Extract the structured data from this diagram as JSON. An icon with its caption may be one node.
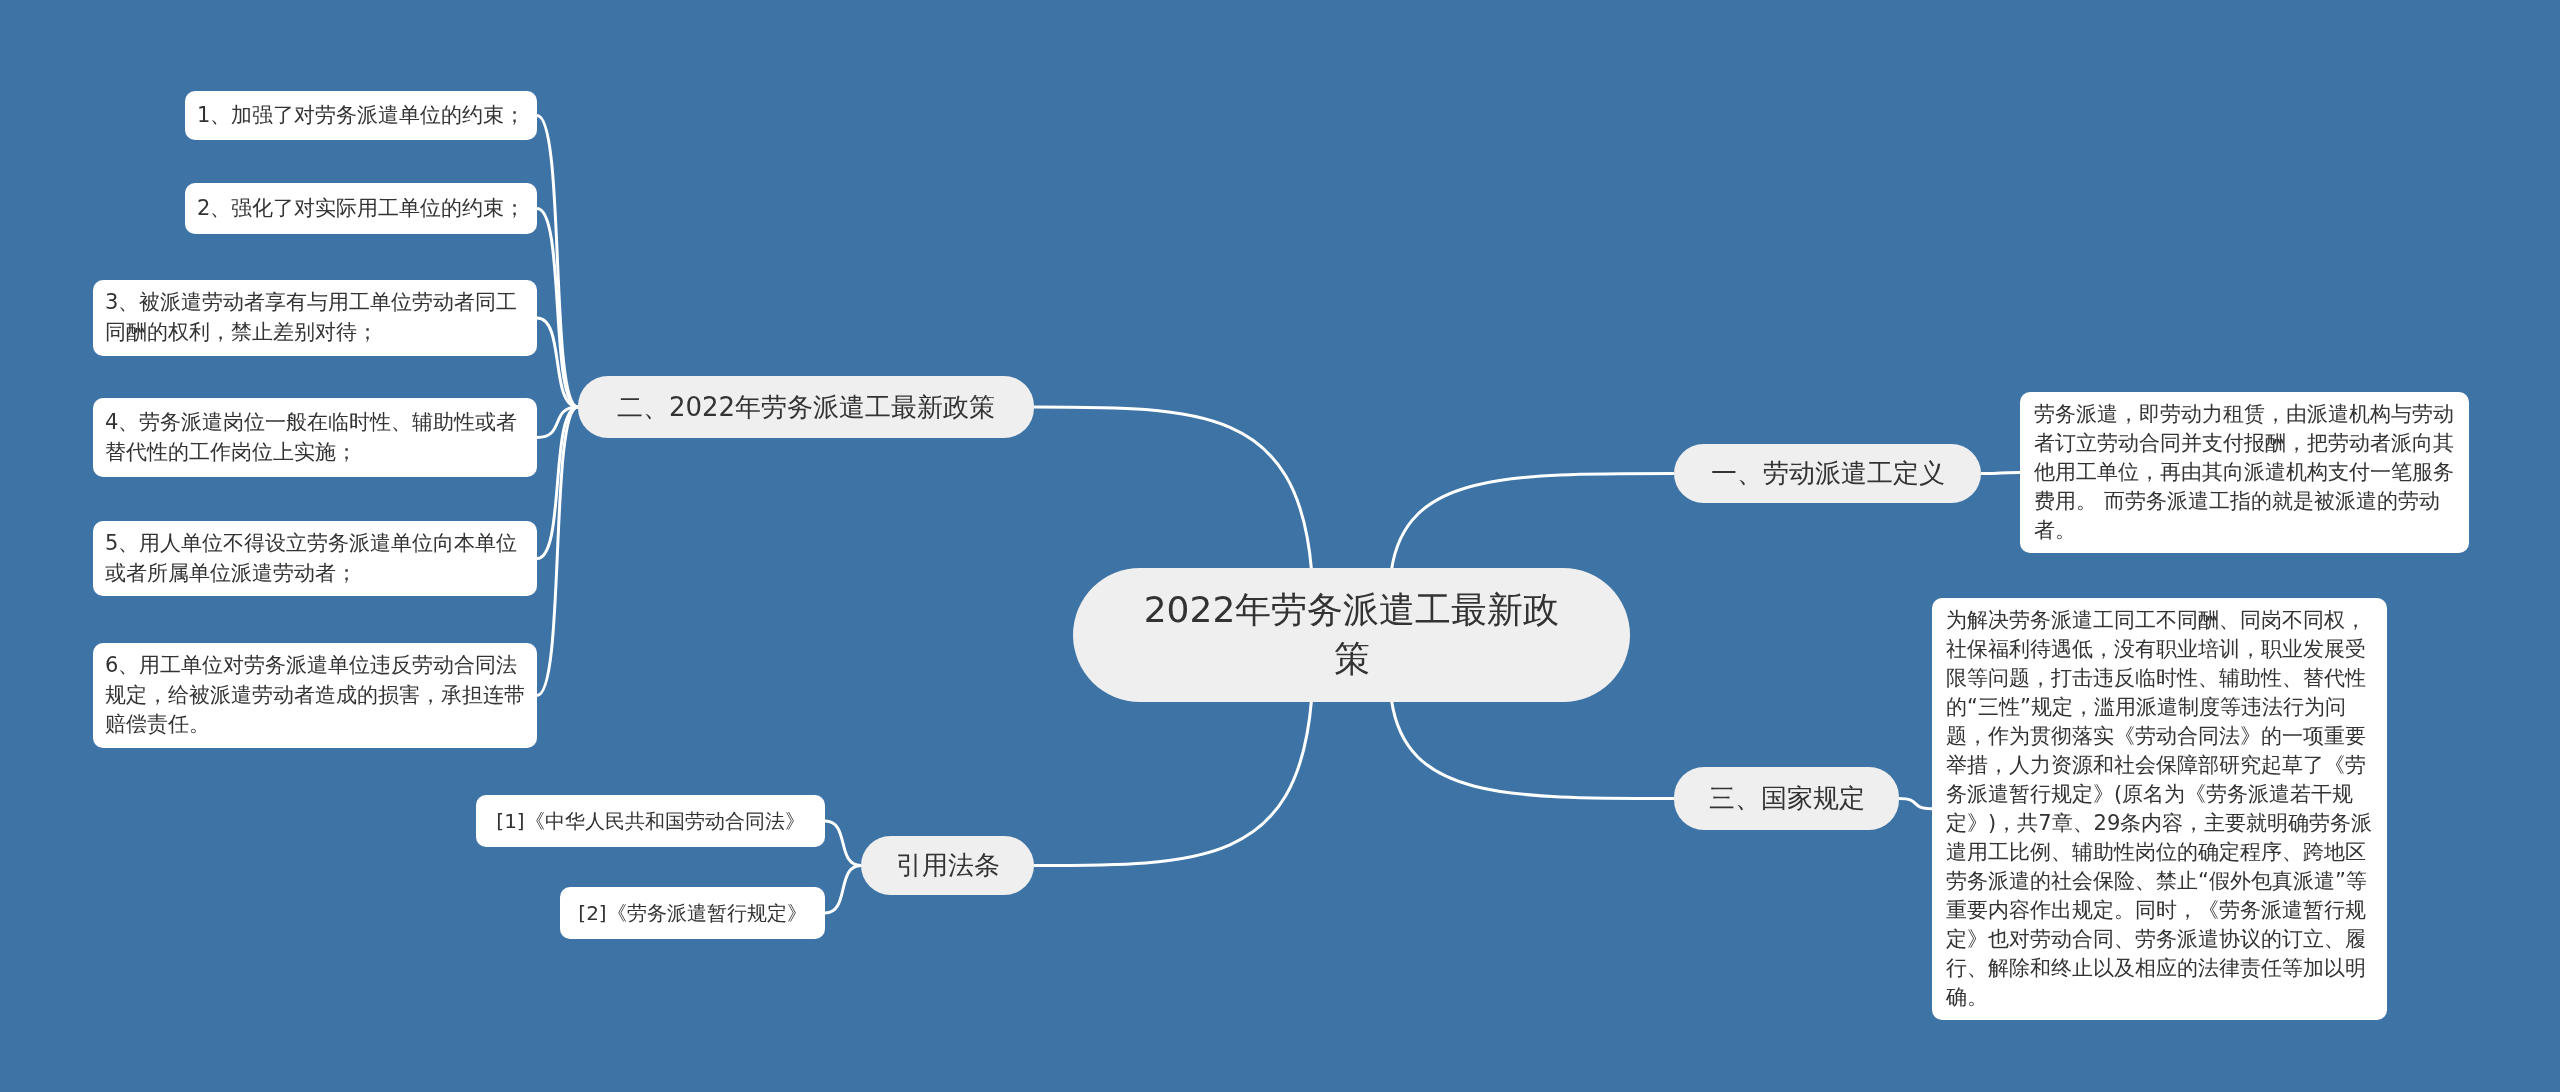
{
  "diagram": {
    "nodes": [
      {
        "text": [
          "2022年劳务派遣工最新政策"
        ]
      },
      {
        "text": [
          "一、劳动派遣工定义"
        ]
      },
      {
        "text": [
          "劳务派遣，即劳动力租赁，由派遣机构与劳动者订立劳动合同并支付报酬，把劳动者派向其他用工单位，再由其向派遣机构支付一笔服务费用。 而劳务派遣工指的就是被派遣的劳动者。"
        ]
      },
      {
        "text": [
          "三、国家规定"
        ]
      },
      {
        "text": [
          "为解决劳务派遣工同工不同酬、同岗不同权，社保福利待遇低，没有职业培训，职业发展受限等问题，打击违反临时性、辅助性、替代性的“三性”规定，滥用派遣制度等违法行为问题，作为贯彻落实《劳动合同法》的一项重要举措，人力资源和社会保障部研究起草了《劳务派遣暂行规定》(原名为《劳务派遣若干规定》)，共7章、29条内容，主要就明确劳务派遣用工比例、辅助性岗位的确定程序、跨地区劳务派遣的社会保险、禁止“假外包真派遣”等重要内容作出规定。同时，《劳务派遣暂行规定》也对劳动合同、劳务派遣协议的订立、履行、解除和终止以及相应的法律责任等加以明确。"
        ]
      },
      {
        "text": [
          "二、2022年劳务派遣工最新政策"
        ]
      },
      {
        "text": [
          "1、加强了对劳务派遣单位的约束；"
        ]
      },
      {
        "text": [
          "2、强化了对实际用工单位的约束；"
        ]
      },
      {
        "text": [
          "3、被派遣劳动者享有与用工单位劳动者同工同酬的权利，禁止差别对待；"
        ]
      },
      {
        "text": [
          "4、劳务派遣岗位一般在临时性、辅助性或者替代性的工作岗位上实施；"
        ]
      },
      {
        "text": [
          "5、用人单位不得设立劳务派遣单位向本单位或者所属单位派遣劳动者；"
        ]
      },
      {
        "text": [
          "6、用工单位对劳务派遣单位违反劳动合同法规定，给被派遣劳动者造成的损害，承担连带赔偿责任。"
        ]
      },
      {
        "text": [
          "引用法条"
        ]
      },
      {
        "text": [
          "[1]《中华人民共和国劳动合同法》"
        ]
      },
      {
        "text": [
          "[2]《劳务派遣暂行规定》"
        ]
      }
    ],
    "edges": [
      {
        "from": 0,
        "to": 1,
        "arrow": "none"
      },
      {
        "from": 1,
        "to": 2,
        "arrow": "none"
      },
      {
        "from": 0,
        "to": 3,
        "arrow": "none"
      },
      {
        "from": 3,
        "to": 4,
        "arrow": "none"
      },
      {
        "from": 0,
        "to": 5,
        "arrow": "none"
      },
      {
        "from": 5,
        "to": 6,
        "arrow": "none"
      },
      {
        "from": 5,
        "to": 7,
        "arrow": "none"
      },
      {
        "from": 5,
        "to": 8,
        "arrow": "none"
      },
      {
        "from": 5,
        "to": 9,
        "arrow": "none"
      },
      {
        "from": 5,
        "to": 10,
        "arrow": "none"
      },
      {
        "from": 5,
        "to": 11,
        "arrow": "none"
      },
      {
        "from": 0,
        "to": 12,
        "arrow": "none"
      },
      {
        "from": 12,
        "to": 13,
        "arrow": "none"
      },
      {
        "from": 12,
        "to": 14,
        "arrow": "none"
      }
    ]
  }
}
